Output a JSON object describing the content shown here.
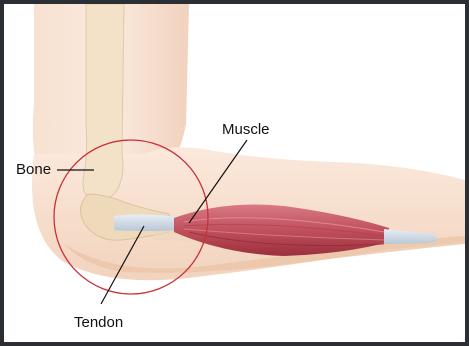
{
  "labels": {
    "bone": "Bone",
    "muscle": "Muscle",
    "tendon": "Tendon"
  },
  "colors": {
    "skin": "#f6dcc7",
    "skin_shadow": "#ebc4a8",
    "bone": "#f3e2c8",
    "muscle": "#c0505c",
    "muscle_dark": "#9b2f3c",
    "tendon": "#cfd9e4",
    "circle": "#c8303a",
    "frame": "#2b2e33"
  }
}
